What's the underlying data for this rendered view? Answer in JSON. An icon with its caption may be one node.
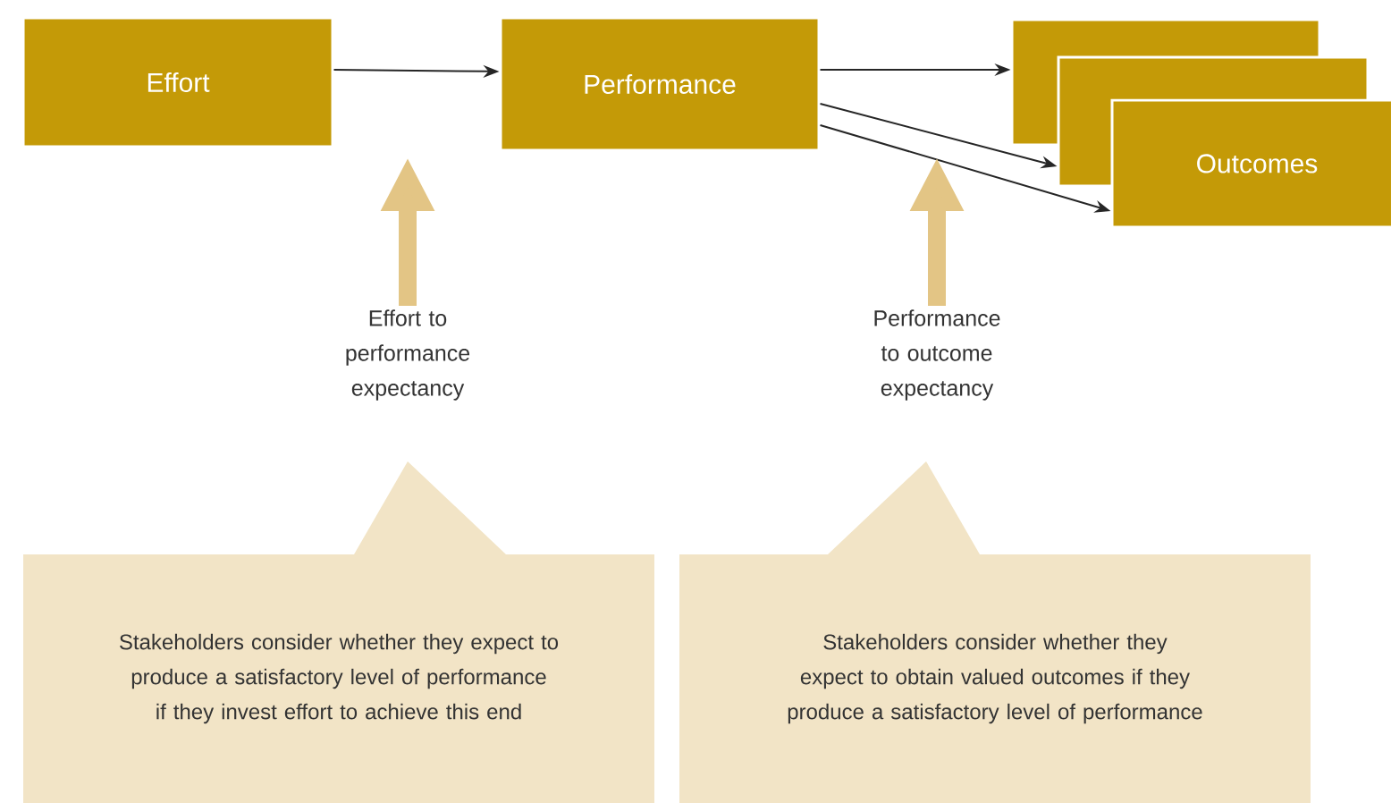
{
  "diagram": {
    "nodes": [
      {
        "text": [
          "Effort"
        ]
      },
      {
        "text": [
          "Performance"
        ]
      },
      {
        "text": [],
        "shape": "box"
      },
      {
        "text": [],
        "shape": "box"
      },
      {
        "text": [
          "Outcomes"
        ]
      },
      {
        "text": [
          "Effort to performance expectancy"
        ]
      },
      {
        "text": [
          "Performance to outcome expectancy"
        ]
      },
      {
        "text": [
          "Stakeholders consider whether they expect to produce a satisfactory level of performance if they invest effort to achieve this end"
        ]
      },
      {
        "text": [
          "Stakeholders consider whether they expect to obtain valued outcomes if they produce a satisfactory level of performance"
        ]
      }
    ],
    "edges": [
      {
        "from": 0,
        "to": 1,
        "arrow": "to"
      },
      {
        "from": 1,
        "to": 2,
        "arrow": "to"
      },
      {
        "from": 1,
        "to": 3,
        "arrow": "to"
      },
      {
        "from": 1,
        "to": 4,
        "arrow": "to"
      },
      {
        "from": 5,
        "to": null,
        "arrow": "to",
        "style": "thick",
        "color": "#e3c585"
      },
      {
        "from": 6,
        "to": null,
        "arrow": "to",
        "style": "thick",
        "color": "#e3c585"
      }
    ]
  }
}
